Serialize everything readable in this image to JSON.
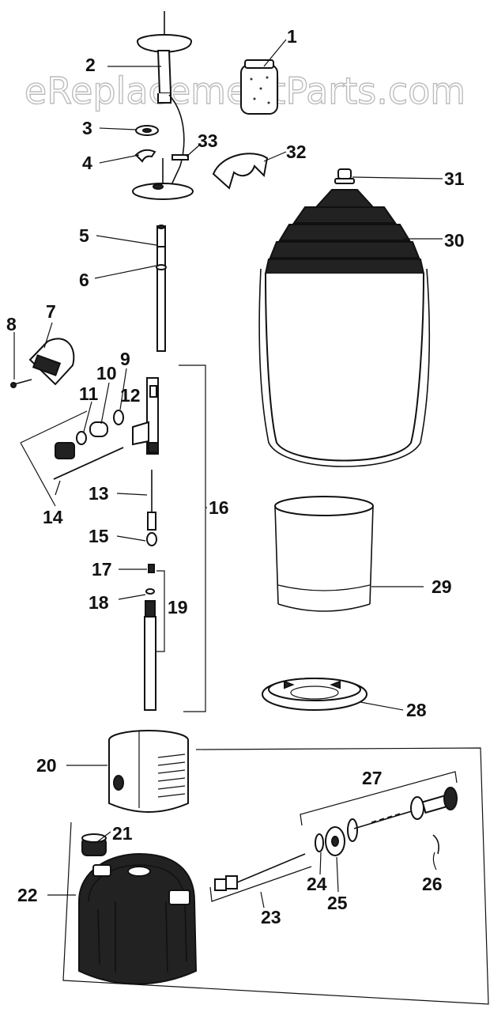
{
  "watermark": "eReplacementParts.com",
  "labels": [
    "1",
    "2",
    "3",
    "4",
    "5",
    "6",
    "7",
    "8",
    "9",
    "10",
    "11",
    "12",
    "13",
    "14",
    "15",
    "16",
    "17",
    "18",
    "19",
    "20",
    "21",
    "22",
    "23",
    "24",
    "25",
    "26",
    "27",
    "28",
    "29",
    "30",
    "31",
    "32",
    "33"
  ]
}
